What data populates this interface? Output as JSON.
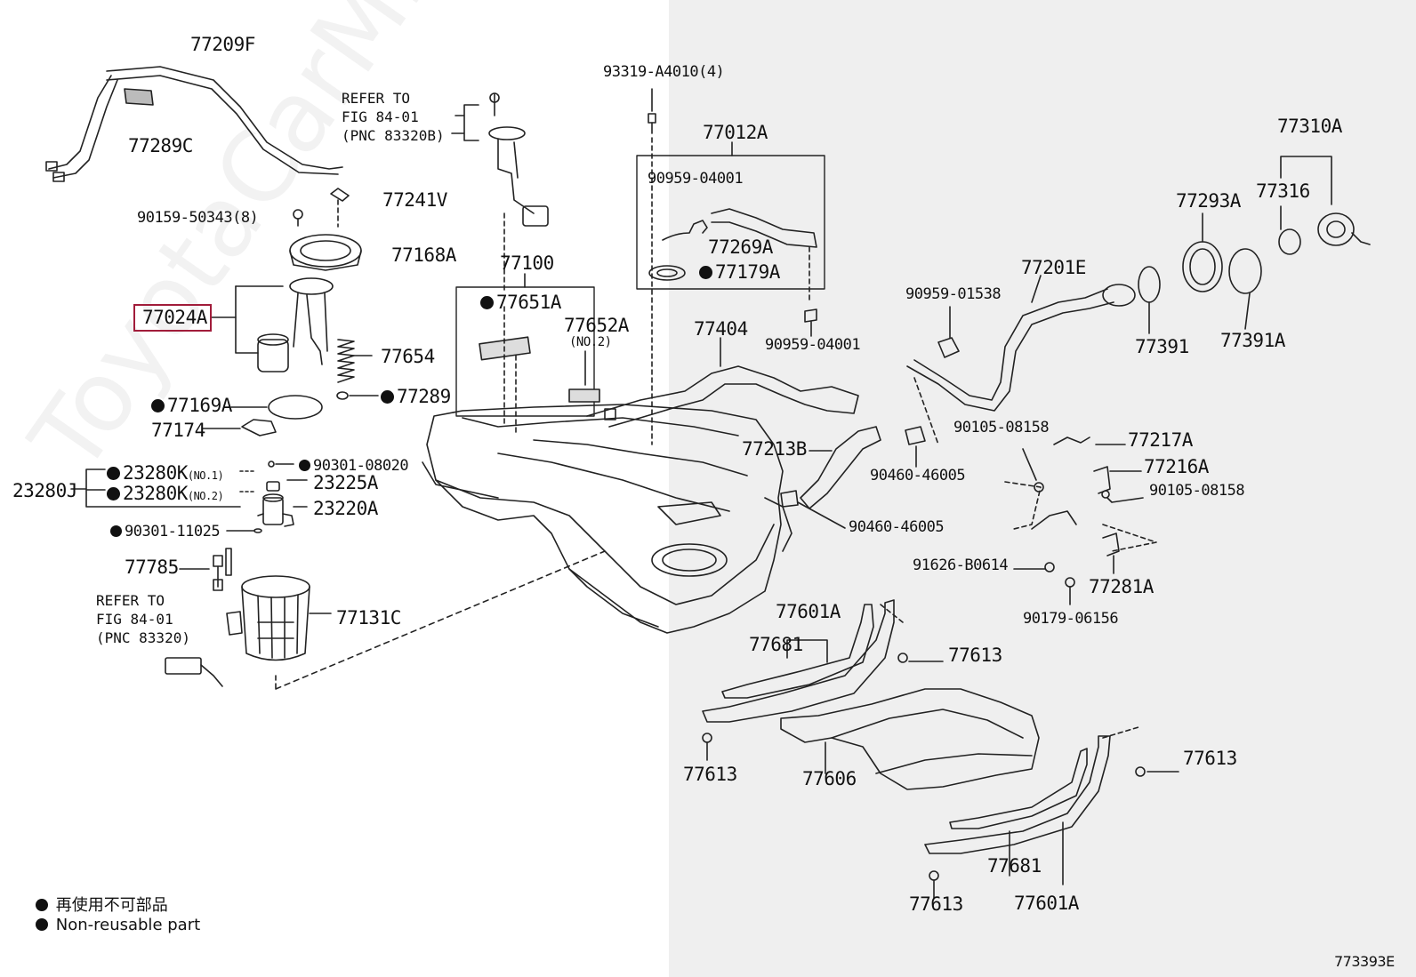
{
  "watermark": "ToyotaCarMine.ru",
  "labels": {
    "p77209F": "77209F",
    "p77289C": "77289C",
    "p90159": "90159-50343(8)",
    "p77241V": "77241V",
    "p77168A": "77168A",
    "p77024A": "77024A",
    "p77654": "77654",
    "p77289": "77289",
    "p77169A": "77169A",
    "p77174": "77174",
    "p23280J": "23280J",
    "p23280K1": "23280K",
    "p23280K1_note": "(NO.1)",
    "p23280K2": "23280K",
    "p23280K2_note": "(NO.2)",
    "p90301_08020": "90301-08020",
    "p23225A": "23225A",
    "p23220A": "23220A",
    "p90301_11025": "90301-11025",
    "p77785": "77785",
    "p77131C": "77131C",
    "p77100": "77100",
    "p77651A": "77651A",
    "p77652A": "77652A",
    "p77652A_note": "(NO.2)",
    "p93319": "93319-A4010(4)",
    "p77012A": "77012A",
    "p90959_04001a": "90959-04001",
    "p77269A": "77269A",
    "p77179A": "77179A",
    "p90959_04001b": "90959-04001",
    "p77404": "77404",
    "p77213B": "77213B",
    "p90460_46005a": "90460-46005",
    "p90460_46005b": "90460-46005",
    "p77310A": "77310A",
    "p77316": "77316",
    "p77293A": "77293A",
    "p77201E": "77201E",
    "p90959_01538": "90959-01538",
    "p77391": "77391",
    "p77391A": "77391A",
    "p90105_08158a": "90105-08158",
    "p77217A": "77217A",
    "p77216A": "77216A",
    "p90105_08158b": "90105-08158",
    "p91626": "91626-B0614",
    "p77281A": "77281A",
    "p90179": "90179-06156",
    "p77601A_top": "77601A",
    "p77681_top": "77681",
    "p77613_a": "77613",
    "p77613_b": "77613",
    "p77606": "77606",
    "p77613_c": "77613",
    "p77681_bot": "77681",
    "p77613_d": "77613",
    "p77601A_bot": "77601A"
  },
  "refs": {
    "ref1": "REFER TO\nFIG 84-01\n(PNC 83320B)",
    "ref2": "REFER TO\nFIG 84-01\n(PNC 83320)"
  },
  "legend": {
    "jp": "再使用不可部品",
    "en": "Non-reusable part"
  },
  "figure_code": "773393E",
  "highlight_color": "#a11c3a"
}
